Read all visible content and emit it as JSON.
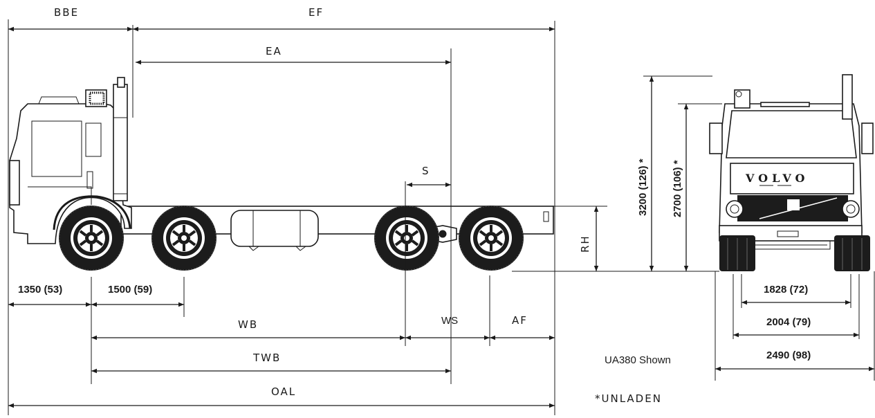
{
  "labels": {
    "bbe": "BBE",
    "ef": "EF",
    "ea": "EA",
    "s": "S",
    "rh": "RH",
    "wb": "WB",
    "ws": "WS",
    "af": "AF",
    "twb": "TWB",
    "oal": "OAL"
  },
  "dimensions": {
    "front_overhang": "1350 (53)",
    "axle_spacing": "1500 (59)",
    "overall_height": "3200 (126) *",
    "cab_height": "2700 (106) *",
    "track_inner": "1828 (72)",
    "track_outer": "2004 (79)",
    "overall_width": "2490 (98)"
  },
  "notes": {
    "model_shown": "UA380 Shown",
    "unladen": "*UNLADEN"
  },
  "brand": {
    "grille_text": "VOLVO"
  }
}
